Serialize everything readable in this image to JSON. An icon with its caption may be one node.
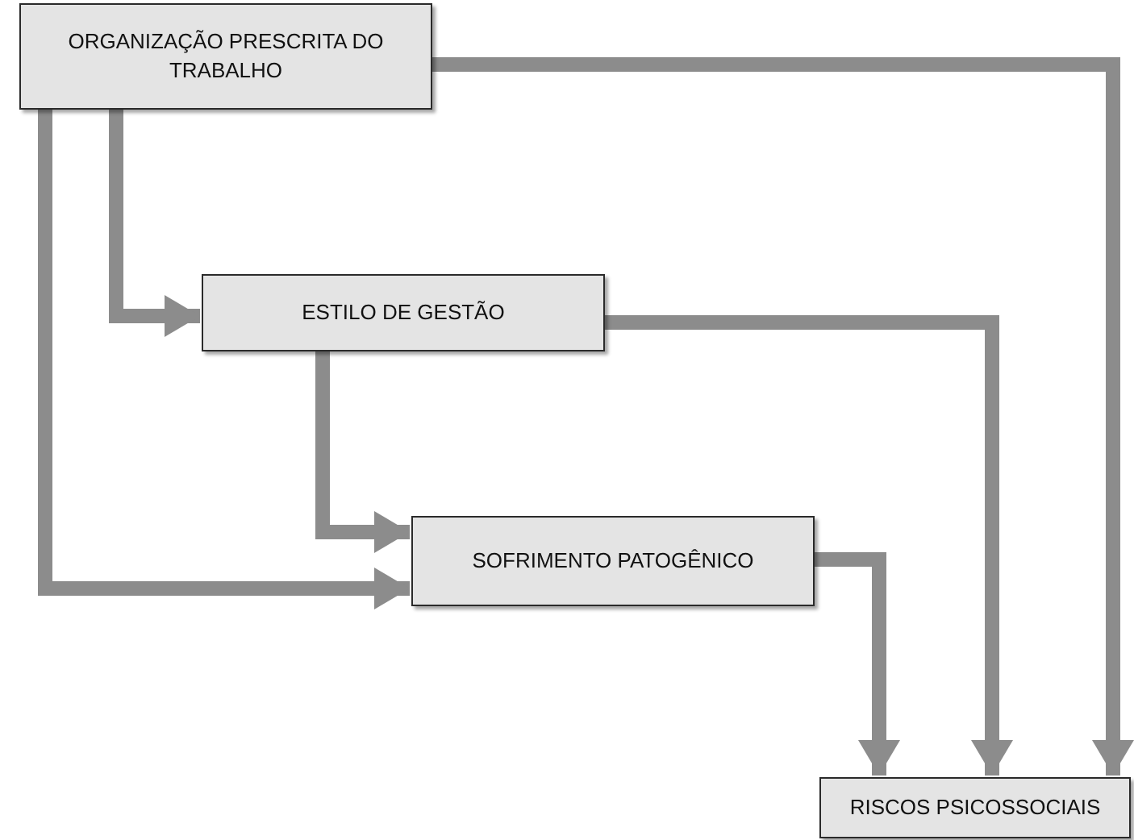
{
  "diagram": {
    "nodes": [
      {
        "text": [
          "ORGANIZAÇÃO PRESCRITA DO TRABALHO"
        ]
      },
      {
        "text": [
          "ESTILO DE GESTÃO"
        ]
      },
      {
        "text": [
          "SOFRIMENTO PATOGÊNICO"
        ]
      },
      {
        "text": [
          "RISCOS PSICOSSOCIAIS"
        ]
      }
    ],
    "edges": [
      {
        "from": 0,
        "to": 3,
        "arrow": "to"
      },
      {
        "from": 0,
        "to": 1,
        "arrow": "to"
      },
      {
        "from": 0,
        "to": 2,
        "arrow": "to"
      },
      {
        "from": 1,
        "to": 3,
        "arrow": "to"
      },
      {
        "from": 1,
        "to": 2,
        "arrow": "to"
      },
      {
        "from": 2,
        "to": 3,
        "arrow": "to"
      }
    ]
  }
}
